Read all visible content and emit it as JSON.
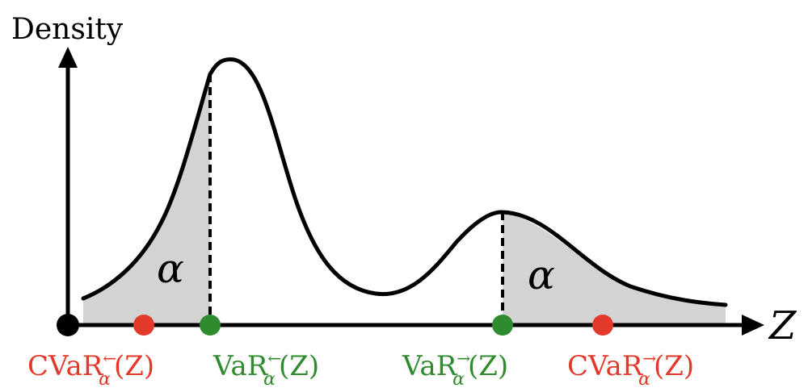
{
  "y_axis": {
    "label": "Density"
  },
  "x_axis": {
    "label": "Z"
  },
  "regions": [
    {
      "label": "α"
    },
    {
      "label": "α"
    }
  ],
  "markers": [
    {
      "base": "CVaR",
      "arrow": "←",
      "sub": "α",
      "arg": "(Z)",
      "color": "#e2392b"
    },
    {
      "base": "VaR",
      "arrow": "←",
      "sub": "α",
      "arg": "(Z)",
      "color": "#2e8b2e"
    },
    {
      "base": "VaR",
      "arrow": "→",
      "sub": "α",
      "arg": "(Z)",
      "color": "#2e8b2e"
    },
    {
      "base": "CVaR",
      "arrow": "→",
      "sub": "α",
      "arg": "(Z)",
      "color": "#e2392b"
    }
  ],
  "colors": {
    "curve": "#000000",
    "shade": "#d3d3d3",
    "axis": "#000000",
    "origin": "#000000"
  }
}
